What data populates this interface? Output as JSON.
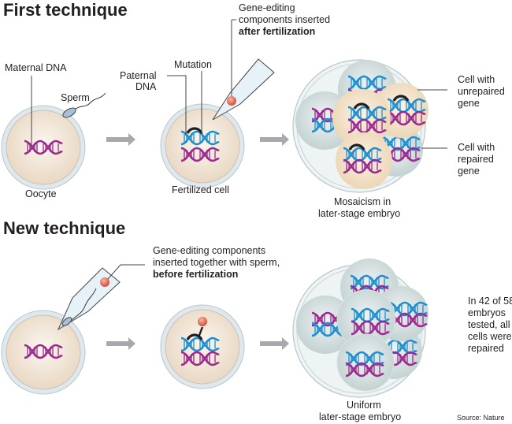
{
  "colors": {
    "paternal_dna": "#1f8fd0",
    "maternal_dna": "#9b2a8f",
    "mutation": "#231f20",
    "gene_editor": "#d9533f",
    "unrepaired_cell": "#f0dcc0",
    "repaired_cell": "#c9d6d6",
    "arrow": "#a7a9ac"
  },
  "first": {
    "title": "First technique",
    "maternal_dna": "Maternal DNA",
    "sperm": "Sperm",
    "oocyte": "Oocyte",
    "paternal_dna_1": "Paternal",
    "paternal_dna_2": "DNA",
    "mutation": "Mutation",
    "insert_1": "Gene-editing",
    "insert_2": "components inserted",
    "insert_3": "after fertilization",
    "fertilized_cell": "Fertilized cell",
    "unrepaired_1": "Cell with",
    "unrepaired_2": "unrepaired",
    "unrepaired_3": "gene",
    "repaired_1": "Cell with",
    "repaired_2": "repaired",
    "repaired_3": "gene",
    "result_1": "Mosaicism in",
    "result_2": "later-stage embryo"
  },
  "new": {
    "title": "New technique",
    "insert_1": "Gene-editing components",
    "insert_2": "inserted together with sperm,",
    "insert_3": "before fertilization",
    "result_1": "Uniform",
    "result_2": "later-stage embryo",
    "stat_1": "In 42 of 58",
    "stat_2": "embryos",
    "stat_3": "tested, all",
    "stat_4": "cells were",
    "stat_5": "repaired",
    "stat": {
      "repaired_embryos": 42,
      "tested_embryos": 58
    }
  },
  "source": "Source: Nature"
}
